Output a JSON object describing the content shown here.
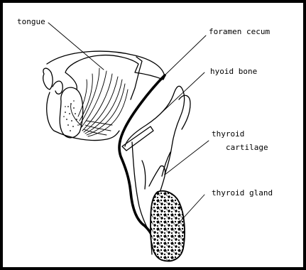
{
  "labels": {
    "tongue": "tongue",
    "foramen_cecum": "foramen cecum",
    "hyoid_bone": "hyoid bone",
    "thyroid_cartilage_1": "thyroid",
    "thyroid_cartilage_2": "cartilage",
    "thyroid_gland": "thyroid gland"
  },
  "colors": {
    "border": "#000000",
    "background": "#ffffff",
    "ink": "#000000"
  }
}
